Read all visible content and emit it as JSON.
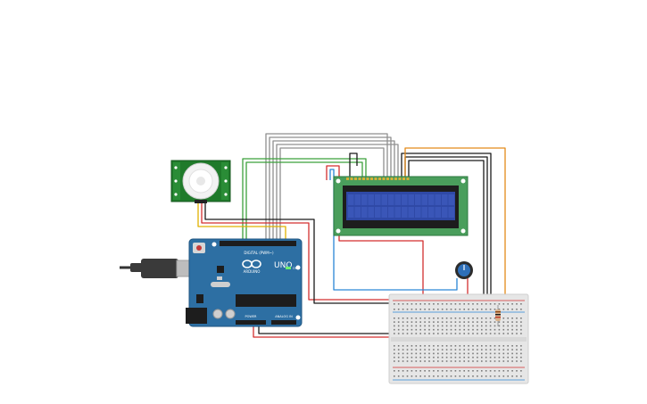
{
  "arduino": {
    "brand_text": "ARDUINO",
    "model_text": "UNO",
    "digital_header_text": "DIGITAL (PWM~)",
    "power_header_text": "POWER",
    "analog_header_text": "ANALOG IN",
    "on_led_text": "ON"
  },
  "colors": {
    "arduino_board": "#2d6fa3",
    "lcd_board": "#4a9e5c",
    "lcd_screen": "#2f49a6",
    "pir_board": "#1f7a2a",
    "breadboard": "#e6e6e6",
    "wire_red": "#d32f2f",
    "wire_black": "#1a1a1a",
    "wire_gray": "#8f8f8f",
    "wire_green": "#3ba03b",
    "wire_yellow": "#e0b000",
    "wire_orange": "#e38a1a",
    "wire_blue": "#2a86d6"
  },
  "components": [
    {
      "name": "pir-motion-sensor",
      "icon": "pir-sensor-icon"
    },
    {
      "name": "arduino-uno",
      "icon": "arduino-icon"
    },
    {
      "name": "lcd-16x2",
      "icon": "lcd-icon"
    },
    {
      "name": "potentiometer",
      "icon": "potentiometer-icon"
    },
    {
      "name": "resistor",
      "icon": "resistor-icon"
    },
    {
      "name": "breadboard",
      "icon": "breadboard-icon"
    },
    {
      "name": "usb-cable",
      "icon": "usb-plug-icon"
    }
  ]
}
